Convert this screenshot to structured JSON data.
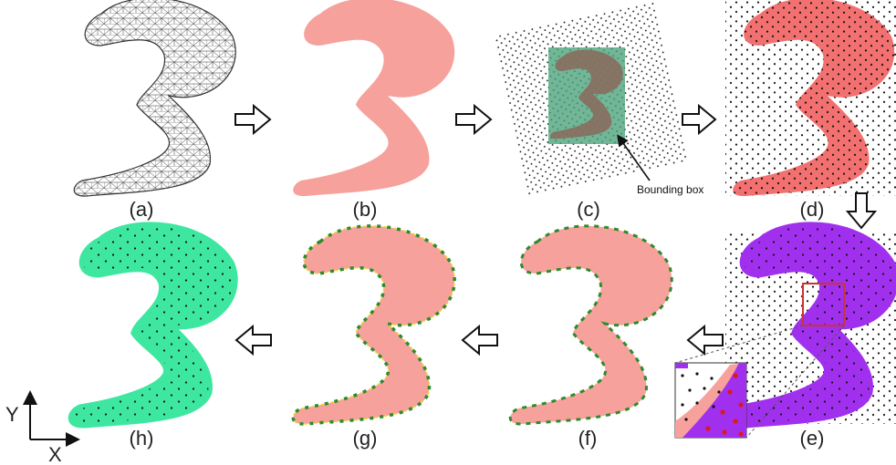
{
  "panels": [
    {
      "id": "a",
      "label": "(a)",
      "style": "triangle mesh outline"
    },
    {
      "id": "b",
      "label": "(b)",
      "style": "filled region"
    },
    {
      "id": "c",
      "label": "(c)",
      "style": "lattice with bounding box"
    },
    {
      "id": "d",
      "label": "(d)",
      "style": "region over lattice"
    },
    {
      "id": "e",
      "label": "(e)",
      "style": "selected particles"
    },
    {
      "id": "f",
      "label": "(f)",
      "style": "boundary particles"
    },
    {
      "id": "g",
      "label": "(g)",
      "style": "boundary particles refined"
    },
    {
      "id": "h",
      "label": "(h)",
      "style": "final particle set"
    }
  ],
  "annotation": {
    "text": "Bounding box"
  },
  "axes": {
    "x_label": "X",
    "y_label": "Y"
  },
  "colors": {
    "region_fill": "#f7a19c",
    "box_fill": "#49a27a",
    "selected": "#a030ee",
    "final": "#3ee7a0",
    "boundary": "#2d8b2a",
    "highlight": "#cc3333",
    "dot": "#111111"
  }
}
